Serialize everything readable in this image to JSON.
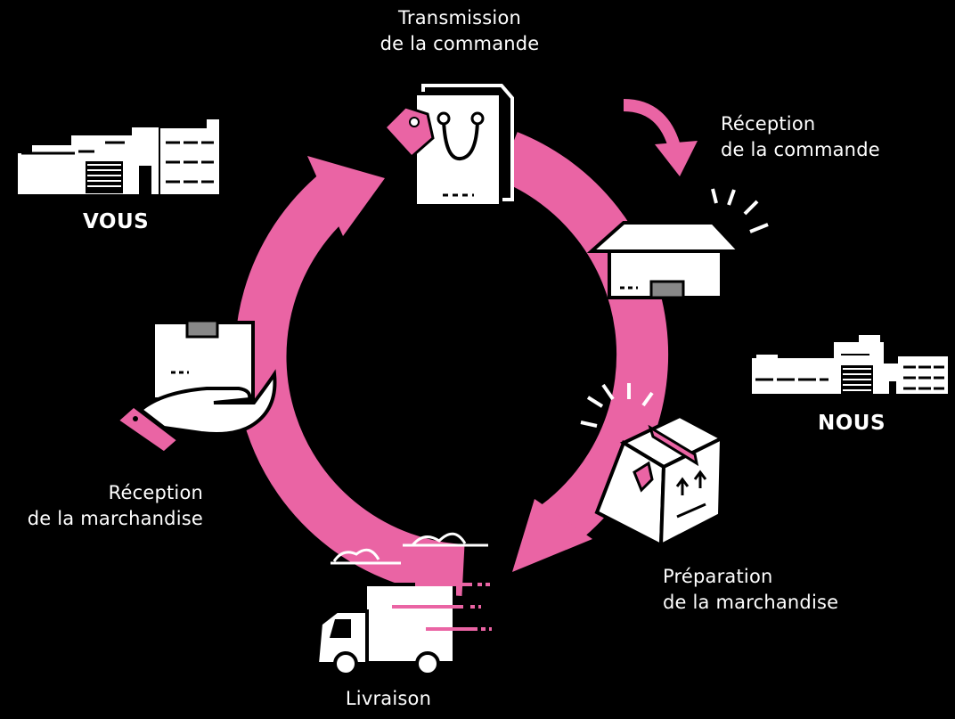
{
  "accent_color": "#ea64a4",
  "background_color": "#000000",
  "parties": {
    "vous": "VOUS",
    "nous": "NOUS"
  },
  "steps": {
    "transmission": {
      "line1": "Transmission",
      "line2": "de la commande"
    },
    "reception_commande": {
      "line1": "Réception",
      "line2": "de la commande"
    },
    "preparation": {
      "line1": "Préparation",
      "line2": "de la marchandise"
    },
    "livraison": {
      "line1": "Livraison"
    },
    "reception_marchandise": {
      "line1": "Réception",
      "line2": "de la marchandise"
    }
  },
  "icons": {
    "transmission": "shopping-bag-with-tag-icon",
    "reception_commande": "open-box-icon",
    "preparation": "sealed-parcel-icon",
    "livraison": "delivery-truck-icon",
    "reception_marchandise": "hand-holding-box-icon",
    "vous": "factory-buildings-icon",
    "nous": "factory-buildings-icon"
  }
}
